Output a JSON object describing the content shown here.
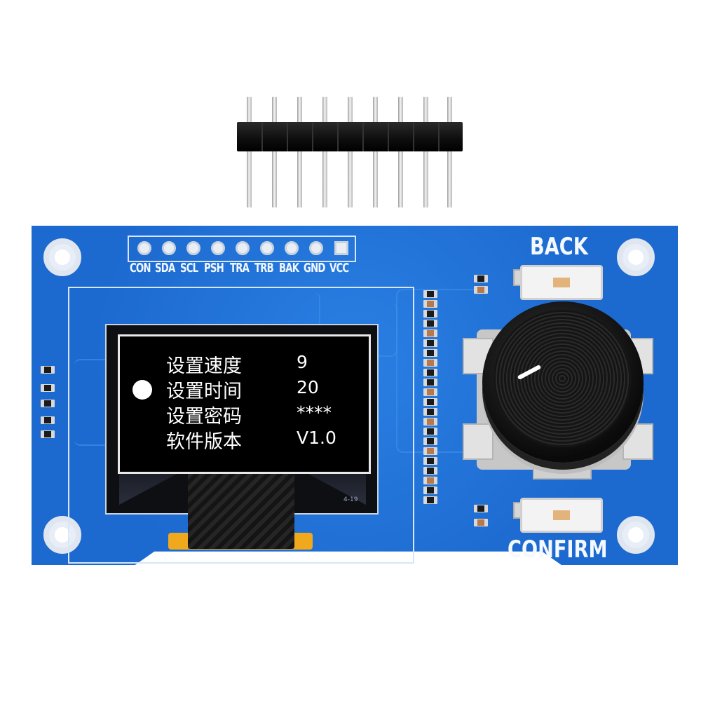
{
  "pin_labels": [
    "CON",
    "SDA",
    "SCL",
    "PSH",
    "TRA",
    "TRB",
    "BAK",
    "GND",
    "VCC"
  ],
  "oled_menu": [
    {
      "label": "设置速度",
      "value": "9"
    },
    {
      "label": "设置时间",
      "value": "20"
    },
    {
      "label": "设置密码",
      "value": "****"
    },
    {
      "label": "软件版本",
      "value": "V1.0"
    }
  ],
  "selected_index": 1,
  "buttons": {
    "back_label": "BACK",
    "confirm_label": "CONFIRM"
  },
  "glass_markings": [
    "4-19"
  ],
  "colors": {
    "pcb": "#1e6fd6",
    "silkscreen": "#f1f6ff",
    "oled_text": "#ffffff",
    "flex_tape": "#f0a81c",
    "knob": "#111111"
  }
}
